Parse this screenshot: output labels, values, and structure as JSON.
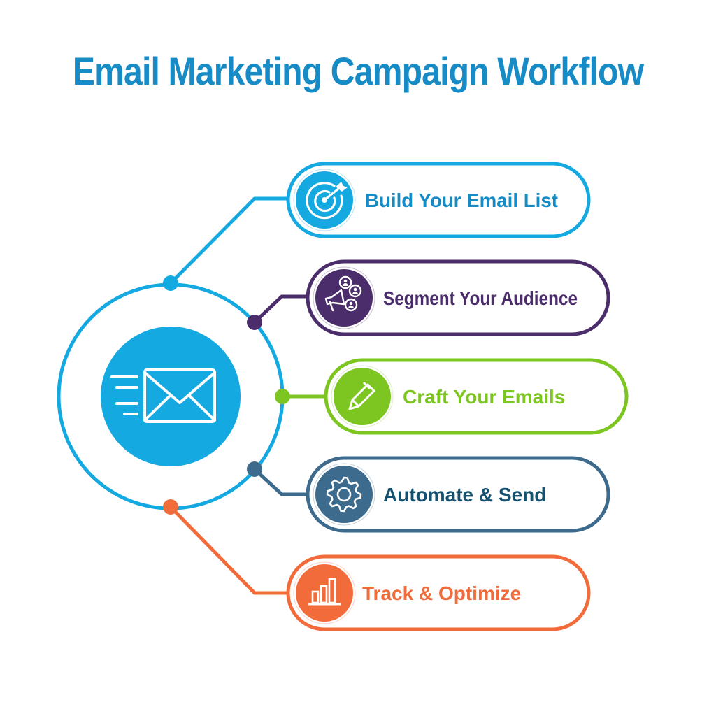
{
  "title": "Email Marketing Campaign Workflow",
  "colors": {
    "title": "#168BC6",
    "hub": "#14A9E1",
    "background": "#FFFFFF"
  },
  "hub": {
    "icon": "envelope-icon"
  },
  "steps": [
    {
      "label": "Build Your Email List",
      "icon": "target-icon",
      "color": "#14A9E1",
      "text_color": "#168BC6"
    },
    {
      "label": "Segment Your Audience",
      "icon": "megaphone-audience-icon",
      "color": "#4B2D6B",
      "text_color": "#4B2D6B"
    },
    {
      "label": "Craft Your Emails",
      "icon": "pencil-icon",
      "color": "#7DC622",
      "text_color": "#7DC622"
    },
    {
      "label": "Automate & Send",
      "icon": "gear-icon",
      "color": "#3D6B8E",
      "text_color": "#15506E"
    },
    {
      "label": "Track & Optimize",
      "icon": "bar-chart-icon",
      "color": "#F26B3A",
      "text_color": "#F26B3A"
    }
  ]
}
